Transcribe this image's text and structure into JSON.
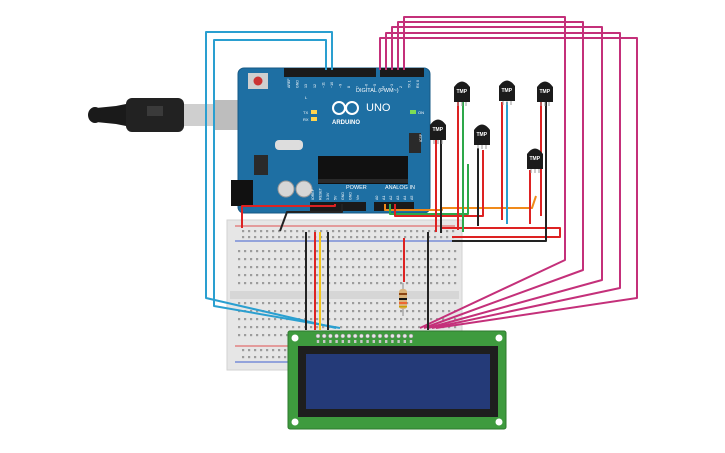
{
  "board": {
    "brand": "ARDUINO",
    "model": "UNO",
    "digital_header": "DIGITAL (PWM~)",
    "power_header": "POWER",
    "analog_header": "ANALOG IN",
    "on_label": "ON",
    "tx_label": "TX",
    "rx_label": "RX",
    "l_label": "L",
    "icsp_label": "ICSP",
    "digital_pins": [
      "AREF",
      "GND",
      "13",
      "12",
      "~11",
      "~10",
      "~9",
      "8",
      "7",
      "~6",
      "~5",
      "4",
      "~3",
      "2",
      "TX 1",
      "RX 0"
    ],
    "power_pins": [
      "IOREF",
      "RESET",
      "3.3V",
      "5V",
      "GND",
      "GND",
      "Vin"
    ],
    "analog_pins": [
      "A0",
      "A1",
      "A2",
      "A3",
      "A4",
      "A5"
    ]
  },
  "sensor_label": "TMP",
  "sensors": [
    {
      "id": "tmp-1"
    },
    {
      "id": "tmp-2"
    },
    {
      "id": "tmp-3"
    },
    {
      "id": "tmp-4"
    },
    {
      "id": "tmp-5"
    },
    {
      "id": "tmp-6"
    }
  ],
  "colors": {
    "board": "#1e6fa3",
    "breadboard": "#e6e6e6",
    "lcd_board": "#3e9b3e",
    "lcd_screen": "#243a78",
    "wire_blue": "#2a9fd0",
    "wire_magenta": "#c4307a",
    "wire_red": "#dd2222",
    "wire_black": "#222222",
    "wire_green": "#2da84a",
    "wire_yellow": "#f5c518",
    "wire_orange": "#f08a1a"
  }
}
